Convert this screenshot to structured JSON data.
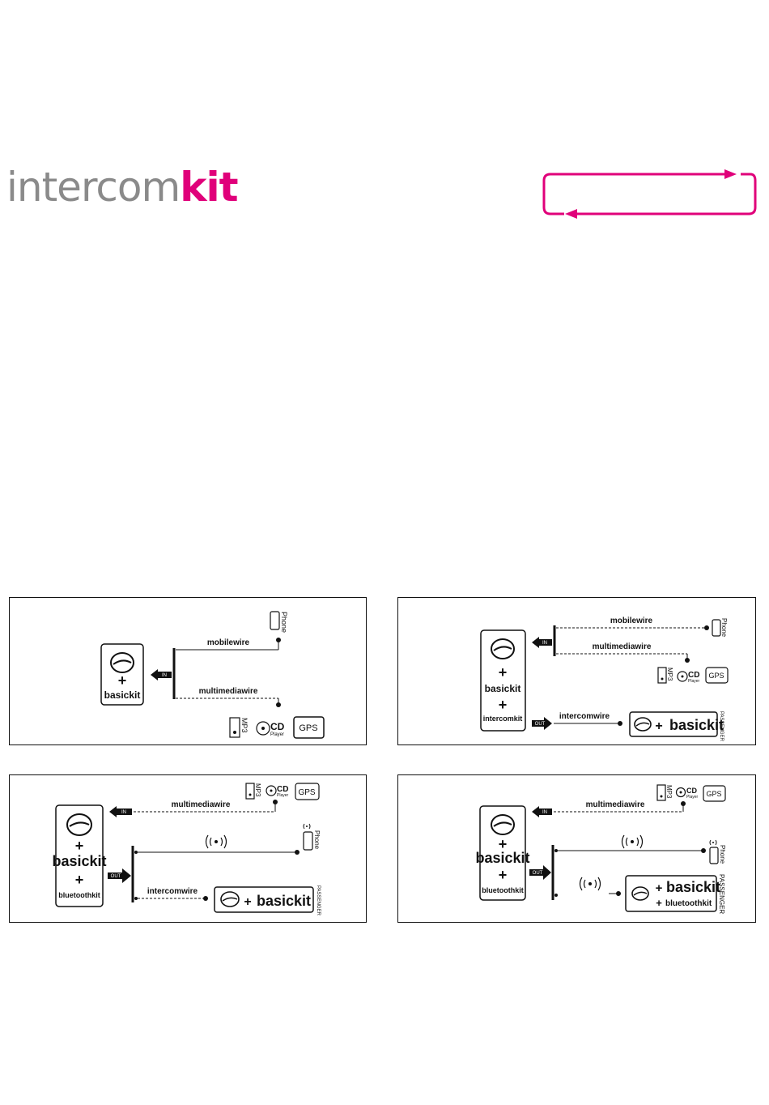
{
  "brand": {
    "part1": "intercom",
    "part2": "kit",
    "color_gray": "#8a8a8a",
    "color_pink": "#e0007a"
  },
  "labels": {
    "phone": "Phone",
    "mp3": "MP3",
    "cd": "CD",
    "player": "Player",
    "gps": "GPS",
    "in": "IN",
    "out": "OUT",
    "passenger": "PASSENGER",
    "plus": "+",
    "basickit": "basickit",
    "intercomkit": "intercomkit",
    "bluetoothkit": "bluetoothkit",
    "mobilewire": "mobilewire",
    "multimediawire": "multimediawire",
    "intercomwire": "intercomwire"
  }
}
